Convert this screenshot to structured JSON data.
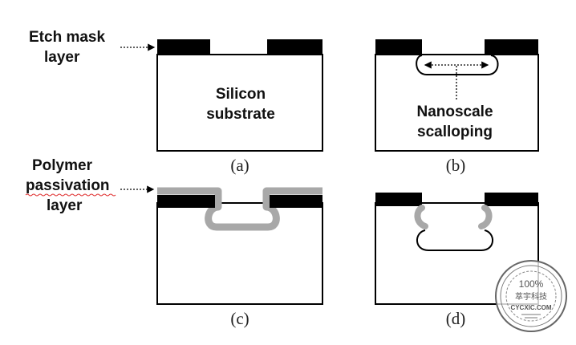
{
  "labels": {
    "etch_mask_line1": "Etch mask",
    "etch_mask_line2": "layer",
    "silicon_line1": "Silicon",
    "silicon_line2": "substrate",
    "nano_line1": "Nanoscale",
    "nano_line2": "scalloping",
    "polymer_line1": "Polymer",
    "polymer_line2": "passivation",
    "polymer_line3": "layer"
  },
  "captions": [
    "(a)",
    "(b)",
    "(c)",
    "(d)"
  ],
  "watermark": {
    "top": "100%",
    "middle": "萃宇科技",
    "bottom": "CYCXIC.COM"
  },
  "colors": {
    "mask": "#000000",
    "polymer": "#a8a8a8",
    "outline": "#000000",
    "spellcheck_underline": "#e03030"
  }
}
